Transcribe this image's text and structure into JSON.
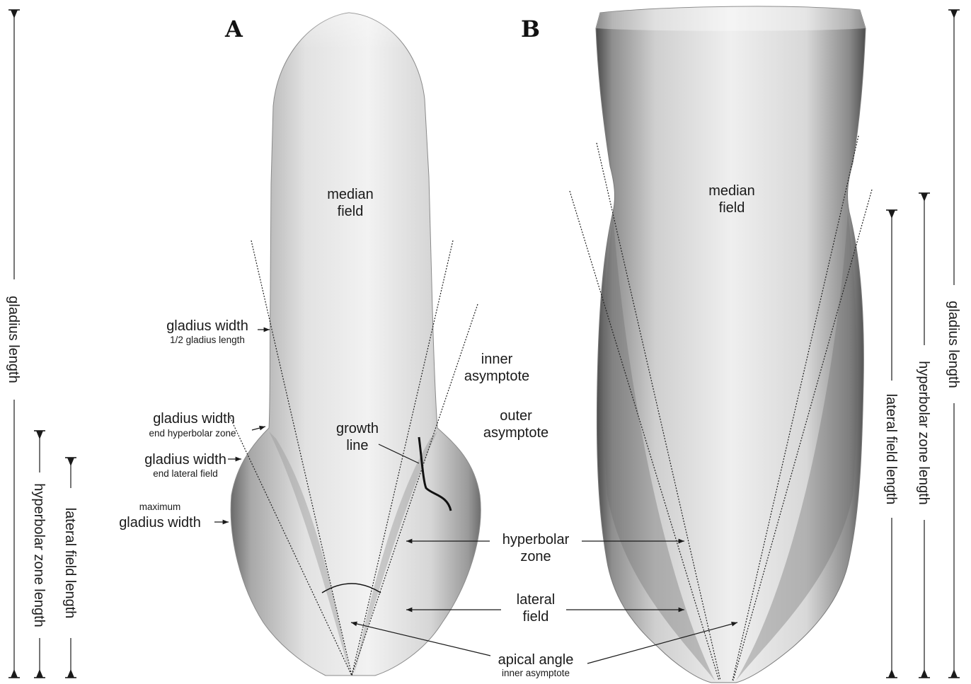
{
  "panels": {
    "a": "A",
    "b": "B"
  },
  "panel_a": {
    "median_field": [
      "median",
      "field"
    ],
    "width_half": [
      "gladius width",
      "1/2 gladius length"
    ],
    "width_end_hyperbolar": [
      "gladius width",
      "end hyperbolar zone"
    ],
    "width_end_lateral": [
      "gladius width",
      "end lateral field"
    ],
    "width_max": [
      "maximum",
      "gladius width"
    ],
    "growth_line": [
      "growth",
      "line"
    ],
    "inner_asymptote": [
      "inner",
      "asymptote"
    ],
    "outer_asymptote": [
      "outer",
      "asymptote"
    ],
    "hyperbolar_zone": [
      "hyperbolar",
      "zone"
    ],
    "lateral_field": [
      "lateral",
      "field"
    ],
    "apical_angle": [
      "apical angle",
      "inner asymptote"
    ]
  },
  "panel_b": {
    "median_field": [
      "median",
      "field"
    ]
  },
  "dimensions": {
    "gladius_length": "gladius length",
    "hyperbolar_zone_length": "hyperbolar zone length",
    "lateral_field_length": "lateral field length"
  }
}
